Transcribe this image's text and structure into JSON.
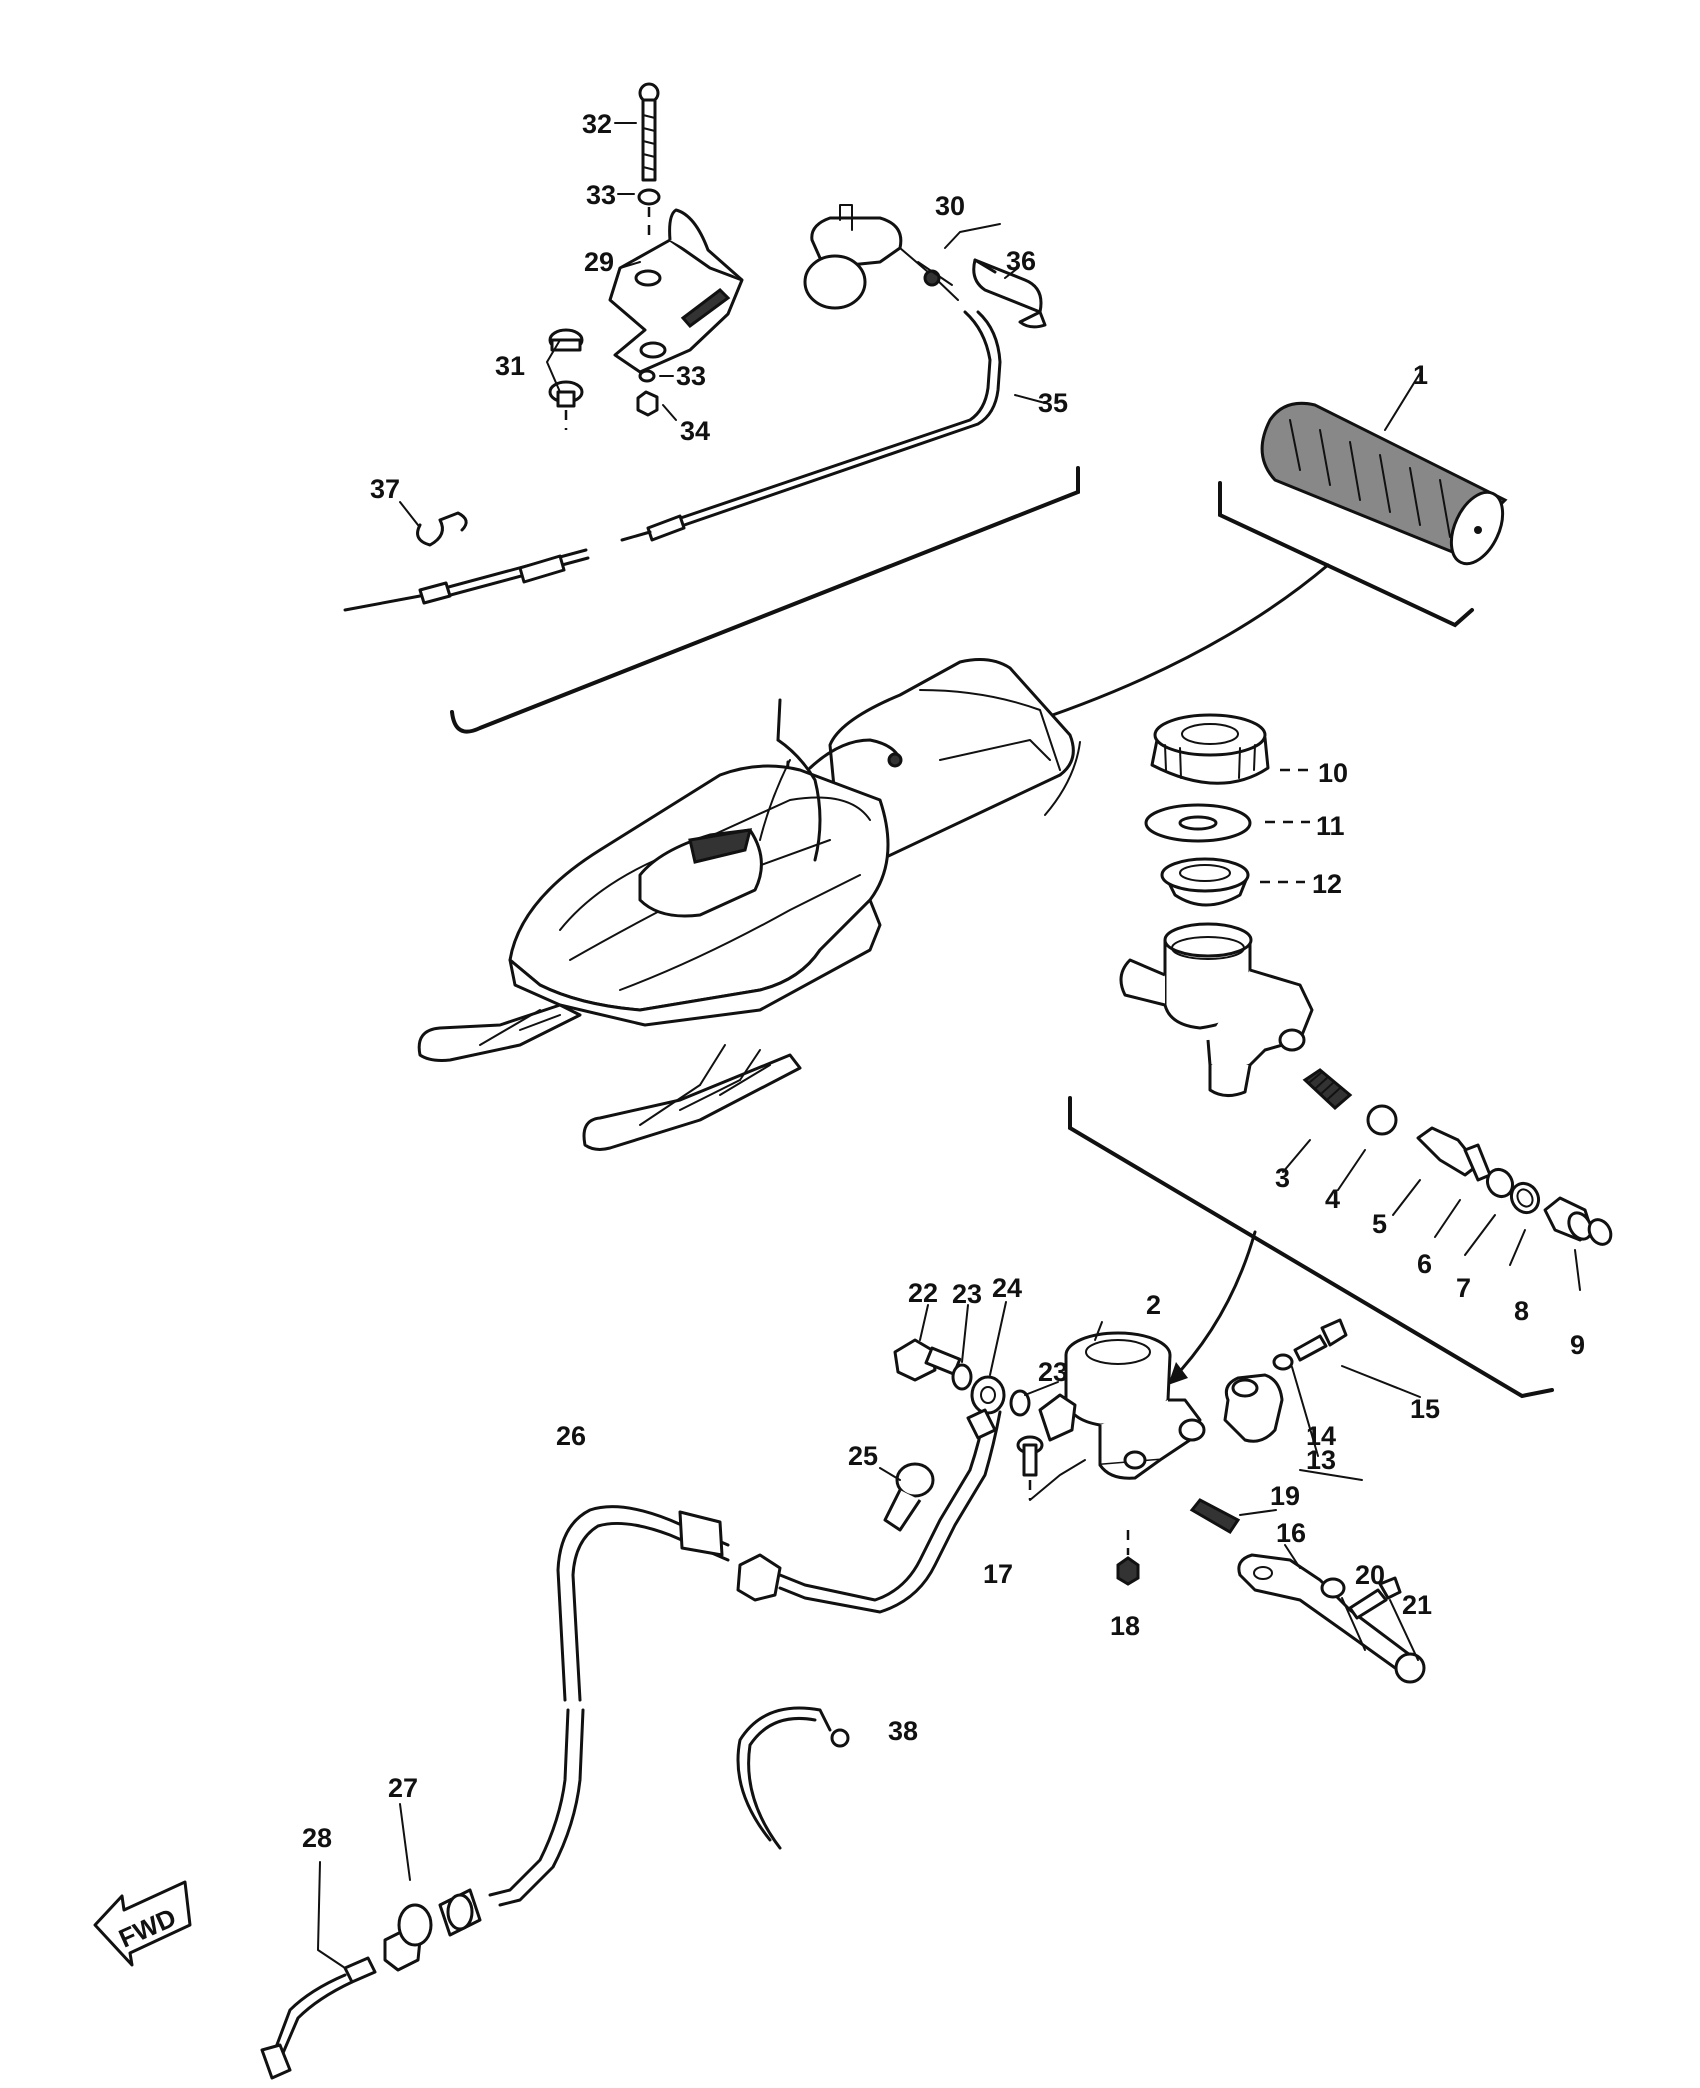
{
  "diagram": {
    "direction_label": "FWD",
    "callouts": [
      "1",
      "2",
      "3",
      "4",
      "5",
      "6",
      "7",
      "8",
      "9",
      "10",
      "11",
      "12",
      "13",
      "14",
      "15",
      "16",
      "17",
      "18",
      "19",
      "20",
      "21",
      "22",
      "23",
      "23",
      "24",
      "25",
      "26",
      "27",
      "28",
      "29",
      "30",
      "31",
      "32",
      "33",
      "33",
      "34",
      "35",
      "36",
      "37",
      "38"
    ]
  }
}
